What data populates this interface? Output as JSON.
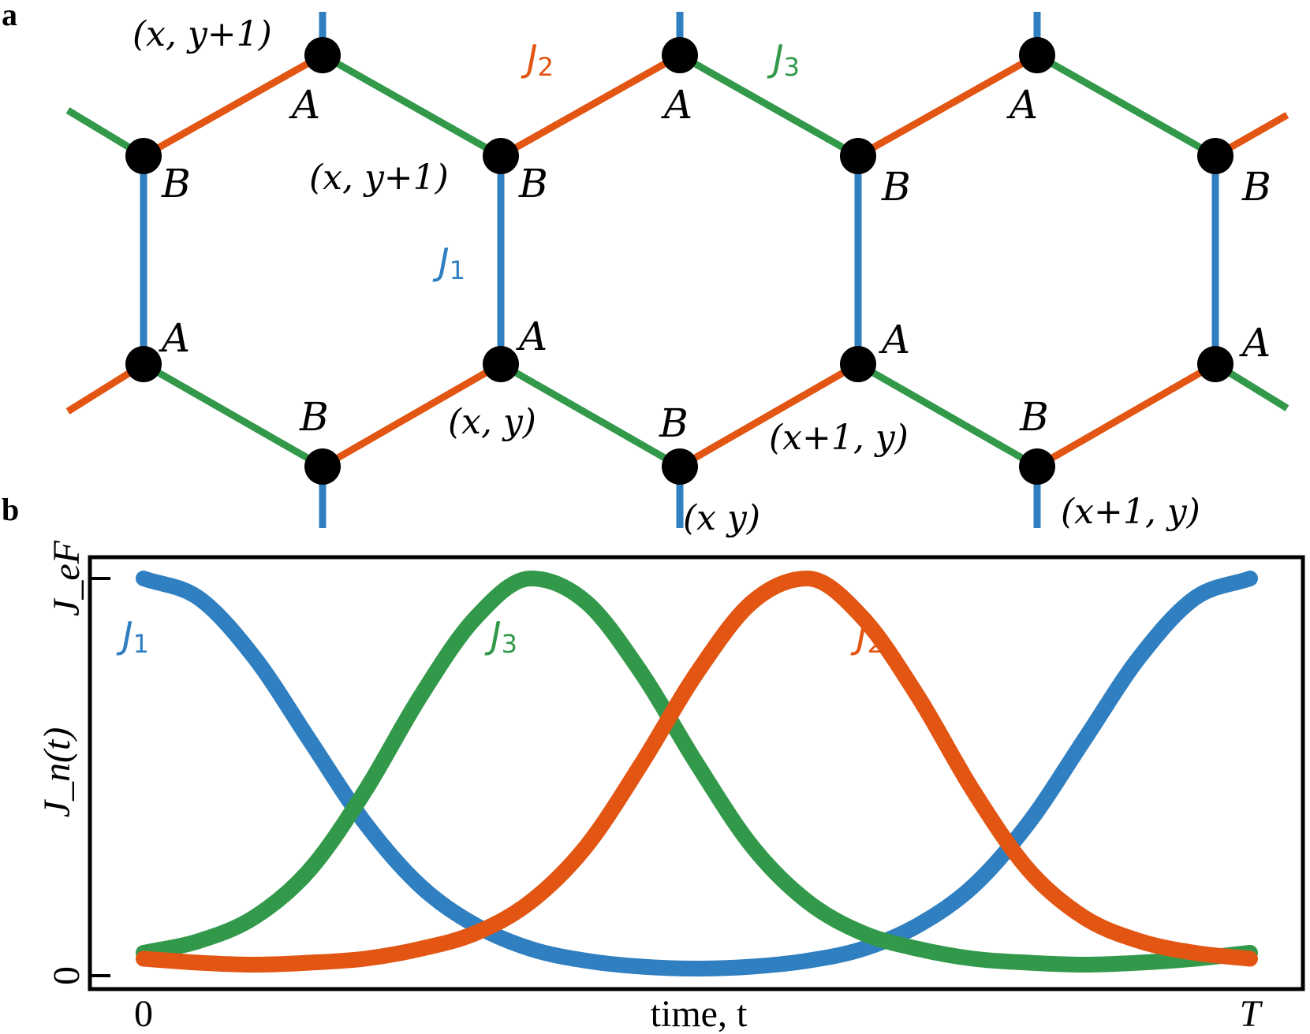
{
  "panels": {
    "a": "a",
    "b": "b"
  },
  "colors": {
    "J1": "#2f7fc1",
    "J2": "#e25512",
    "J3": "#33994a",
    "site": "#000000",
    "frame": "#000000"
  },
  "lattice": {
    "site_labels": [
      "A",
      "B"
    ],
    "coordinate_labels": [
      "(x, y+1)",
      "(x, y+1)",
      "(x, y)",
      "(x+1, y)",
      "(x  y)",
      "(x+1, y)"
    ],
    "bond_labels": {
      "J1": {
        "name": "J",
        "sub": "1"
      },
      "J2": {
        "name": "J",
        "sub": "2"
      },
      "J3": {
        "name": "J",
        "sub": "3"
      }
    }
  },
  "chart_data": {
    "type": "line",
    "xlabel": "time, t",
    "ylabel": "J_n(t)",
    "x_ticks": [
      "0",
      "T"
    ],
    "y_ticks": [
      "0",
      "J_eF"
    ],
    "xlim": [
      0,
      1
    ],
    "ylim": [
      0,
      1
    ],
    "series": [
      {
        "name": "J1",
        "label_name": "J",
        "label_sub": "1",
        "color": "#2f7fc1",
        "x": [
          0.0,
          0.05,
          0.1,
          0.15,
          0.2,
          0.25,
          0.3,
          0.35,
          0.4,
          0.45,
          0.5,
          0.55,
          0.6,
          0.65,
          0.7,
          0.75,
          0.8,
          0.85,
          0.9,
          0.95,
          1.0
        ],
        "values": [
          1.0,
          0.95,
          0.8,
          0.59,
          0.38,
          0.22,
          0.12,
          0.06,
          0.03,
          0.015,
          0.01,
          0.015,
          0.03,
          0.06,
          0.12,
          0.22,
          0.38,
          0.59,
          0.8,
          0.95,
          1.0
        ]
      },
      {
        "name": "J3",
        "label_name": "J",
        "label_sub": "3",
        "color": "#33994a",
        "x": [
          0.0,
          0.05,
          0.1,
          0.15,
          0.2,
          0.25,
          0.3,
          0.35,
          0.4,
          0.45,
          0.5,
          0.55,
          0.6,
          0.65,
          0.7,
          0.75,
          0.8,
          0.85,
          0.9,
          0.95,
          1.0
        ],
        "values": [
          0.05,
          0.08,
          0.14,
          0.26,
          0.46,
          0.7,
          0.9,
          1.0,
          0.94,
          0.76,
          0.53,
          0.32,
          0.18,
          0.1,
          0.06,
          0.035,
          0.025,
          0.02,
          0.025,
          0.035,
          0.05
        ]
      },
      {
        "name": "J2",
        "label_name": "J",
        "label_sub": "2",
        "color": "#e25512",
        "x": [
          0.0,
          0.05,
          0.1,
          0.15,
          0.2,
          0.25,
          0.3,
          0.35,
          0.4,
          0.45,
          0.5,
          0.55,
          0.6,
          0.65,
          0.7,
          0.75,
          0.8,
          0.85,
          0.9,
          0.95,
          1.0
        ],
        "values": [
          0.035,
          0.025,
          0.02,
          0.025,
          0.035,
          0.06,
          0.1,
          0.18,
          0.32,
          0.53,
          0.76,
          0.94,
          1.0,
          0.9,
          0.7,
          0.46,
          0.26,
          0.14,
          0.08,
          0.05,
          0.035
        ]
      }
    ]
  }
}
